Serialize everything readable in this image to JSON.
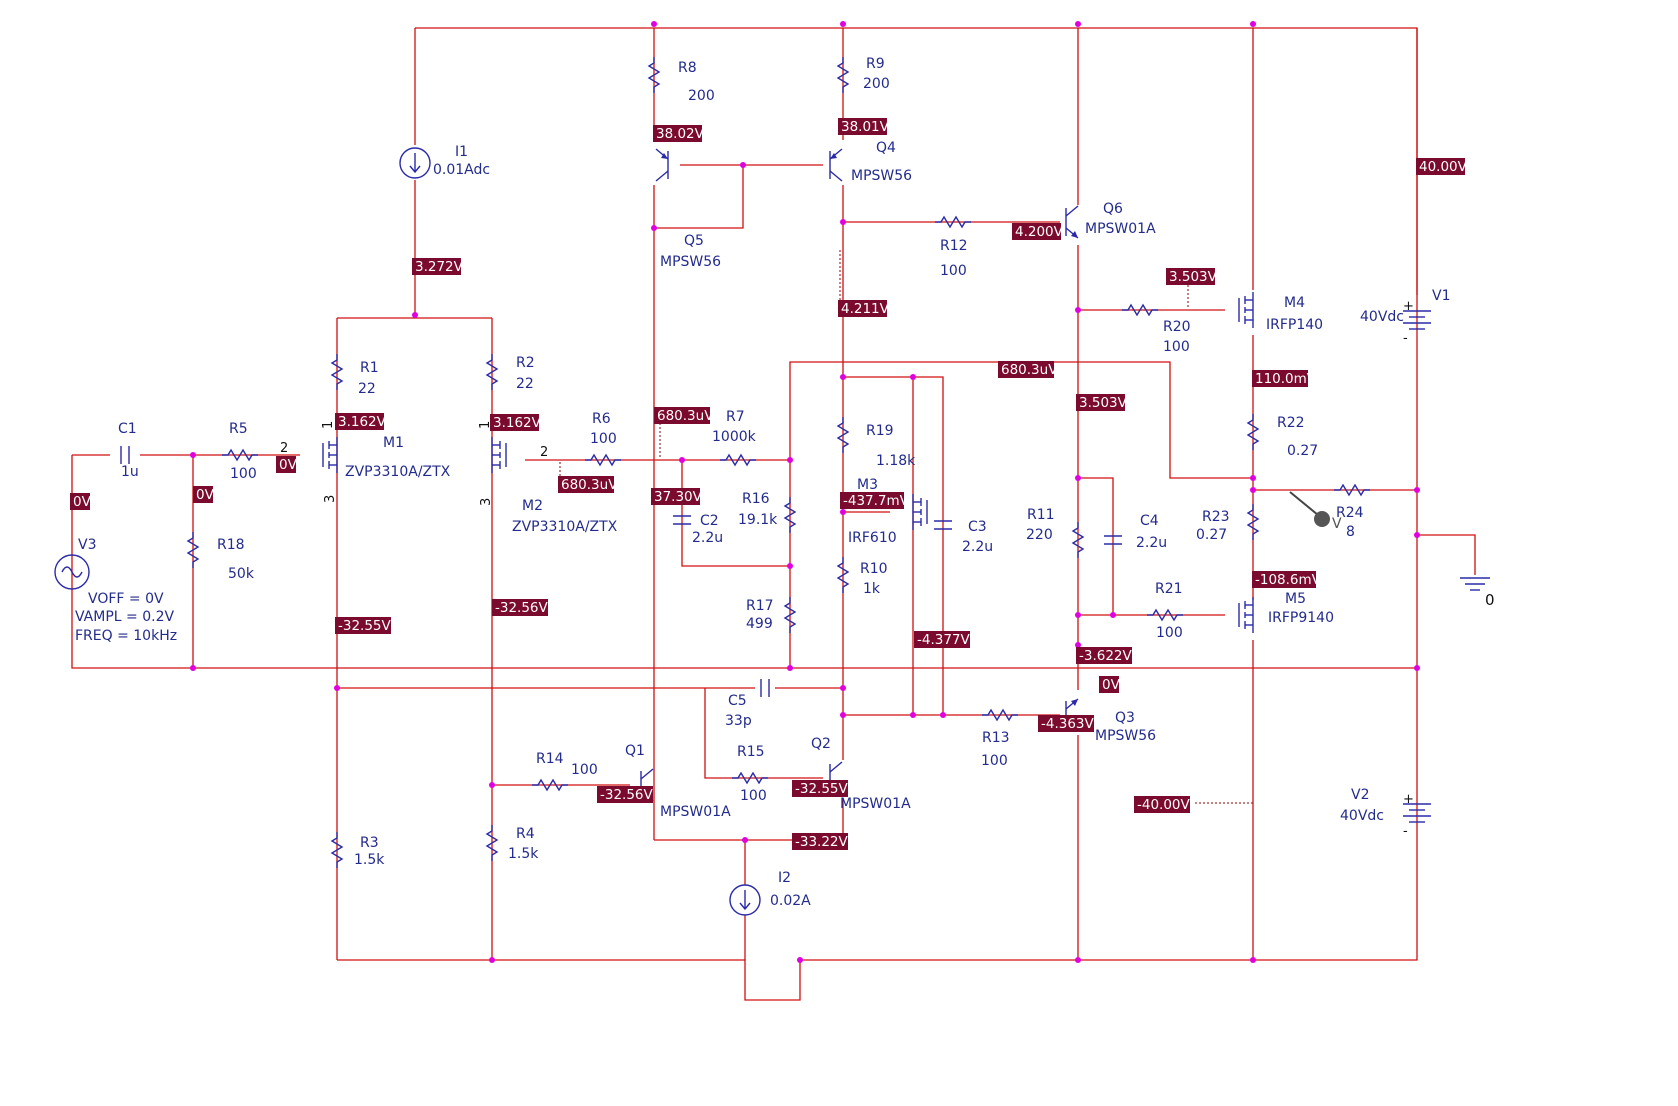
{
  "components": [
    {
      "ref": "R8",
      "value": "200"
    },
    {
      "ref": "R9",
      "value": "200"
    },
    {
      "ref": "I1",
      "value": "0.01Adc"
    },
    {
      "ref": "Q4",
      "value": "MPSW56"
    },
    {
      "ref": "Q5",
      "value": "MPSW56"
    },
    {
      "ref": "Q6",
      "value": "MPSW01A"
    },
    {
      "ref": "R12",
      "value": "100"
    },
    {
      "ref": "R20",
      "value": "100"
    },
    {
      "ref": "M4",
      "value": "IRFP140"
    },
    {
      "ref": "V1",
      "value": "40Vdc"
    },
    {
      "ref": "R1",
      "value": "22"
    },
    {
      "ref": "R2",
      "value": "22"
    },
    {
      "ref": "M1",
      "value": "ZVP3310A/ZTX"
    },
    {
      "ref": "M2",
      "value": "ZVP3310A/ZTX"
    },
    {
      "ref": "C1",
      "value": "1u"
    },
    {
      "ref": "R5",
      "value": "100"
    },
    {
      "ref": "R6",
      "value": "100"
    },
    {
      "ref": "R7",
      "value": "1000k"
    },
    {
      "ref": "R19",
      "value": "1.18k"
    },
    {
      "ref": "R22",
      "value": "0.27"
    },
    {
      "ref": "R16",
      "value": "19.1k"
    },
    {
      "ref": "C2",
      "value": "2.2u"
    },
    {
      "ref": "M3",
      "value": "IRF610"
    },
    {
      "ref": "C3",
      "value": "2.2u"
    },
    {
      "ref": "R11",
      "value": "220"
    },
    {
      "ref": "C4",
      "value": "2.2u"
    },
    {
      "ref": "R23",
      "value": "0.27"
    },
    {
      "ref": "R24",
      "value": "8"
    },
    {
      "ref": "V3",
      "value": ""
    },
    {
      "ref": "R18",
      "value": "50k"
    },
    {
      "ref": "R10",
      "value": "1k"
    },
    {
      "ref": "R17",
      "value": "499"
    },
    {
      "ref": "R21",
      "value": "100"
    },
    {
      "ref": "M5",
      "value": "IRFP9140"
    },
    {
      "ref": "C5",
      "value": "33p"
    },
    {
      "ref": "Q3",
      "value": "MPSW56"
    },
    {
      "ref": "R13",
      "value": "100"
    },
    {
      "ref": "Q1",
      "value": "MPSW01A"
    },
    {
      "ref": "Q2",
      "value": "MPSW01A"
    },
    {
      "ref": "R14",
      "value": "100"
    },
    {
      "ref": "R15",
      "value": "100"
    },
    {
      "ref": "V2",
      "value": "40Vdc"
    },
    {
      "ref": "R3",
      "value": "1.5k"
    },
    {
      "ref": "R4",
      "value": "1.5k"
    },
    {
      "ref": "I2",
      "value": "0.02A"
    }
  ],
  "source_params": {
    "voff": "VOFF = 0V",
    "vampl": "VAMPL = 0.2V",
    "freq": "FREQ = 10kHz"
  },
  "ground_label": "0",
  "probe_label": "V",
  "voltage_markers": [
    "38.02V",
    "38.01V",
    "40.00V",
    "4.200V",
    "3.272V",
    "4.211V",
    "3.503V",
    "680.3uV",
    "3.162V",
    "3.162V",
    "680.3uV",
    "110.0mV",
    "3.503V",
    "0V",
    "0V",
    "680.3uV",
    "37.30V",
    "-437.7mV",
    "0V",
    "-108.6mV",
    "-32.55V",
    "-32.56V",
    "-4.377V",
    "-3.622V",
    "0V",
    "-4.363V",
    "-32.56V",
    "-32.55V",
    "-40.00V",
    "-33.22V"
  ],
  "pin_numbers": [
    "1",
    "2",
    "3",
    "1",
    "2",
    "3"
  ],
  "colors": {
    "wire": "#d01010",
    "component": "#2a2aa8",
    "junction": "#e000e0",
    "voltage_marker": "#7a0a2e",
    "label": "#232b8c"
  }
}
